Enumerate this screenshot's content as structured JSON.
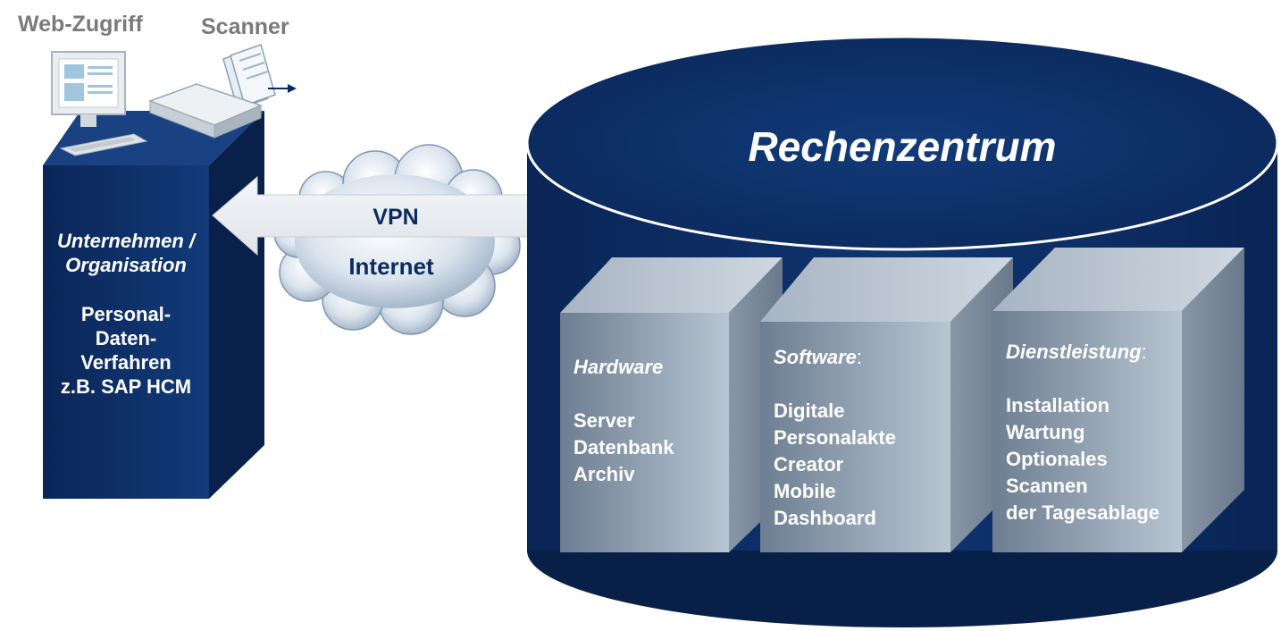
{
  "labels": {
    "web_access": "Web-Zugriff",
    "scanner": "Scanner",
    "vpn": "VPN",
    "internet": "Internet",
    "datacenter": "Rechenzentrum"
  },
  "organisation": {
    "title_line1": "Unternehmen /",
    "title_line2": "Organisation",
    "body_line1": "Personal-",
    "body_line2": "Daten-",
    "body_line3": "Verfahren",
    "body_line4": "z.B. SAP HCM"
  },
  "boxes": {
    "hardware": {
      "title": "Hardware",
      "colon": "",
      "items": [
        "Server",
        "Datenbank",
        "Archiv"
      ]
    },
    "software": {
      "title": "Software",
      "colon": ":",
      "items": [
        "Digitale",
        "Personalakte",
        "Creator",
        "Mobile",
        "Dashboard"
      ]
    },
    "service": {
      "title": "Dienstleistung",
      "colon": ":",
      "items": [
        "Installation",
        "Wartung",
        "Optionales",
        "Scannen",
        "der Tagesablage"
      ]
    }
  },
  "colors": {
    "navy": "#0b2a5e",
    "navy_dark": "#071c42",
    "label_gray": "#7a7a7a",
    "box_light": "#b6c3d0",
    "box_dark": "#6a7b8f"
  }
}
